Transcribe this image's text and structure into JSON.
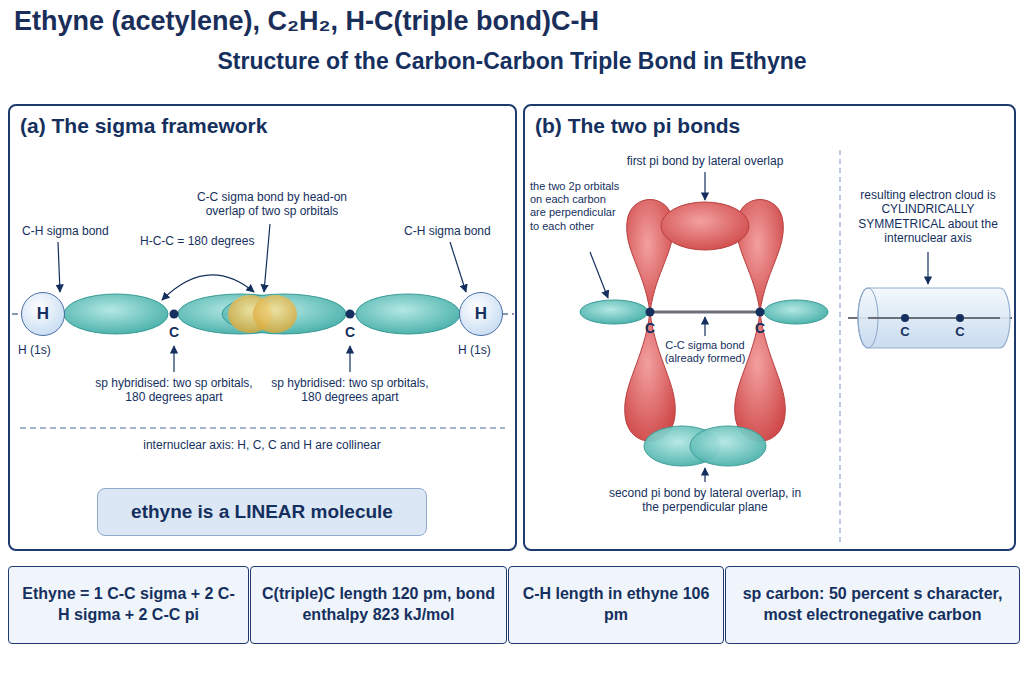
{
  "diagram": {
    "title": "Ethyne (acetylene), C₂H₂, H-C(triple bond)C-H",
    "nodes": [
      {
        "text": [
          "(a) The sigma framework"
        ]
      },
      {
        "text": [
          "H"
        ],
        "in": 0
      },
      {
        "text": [
          "H"
        ],
        "in": 0
      },
      {
        "text": [
          "ethyne is a LINEAR molecule"
        ],
        "in": 0
      },
      {
        "text": [
          "(b) The two pi bonds"
        ]
      },
      {
        "text": [
          "Ethyne = 1 C-C sigma + 2 C-H sigma + 2 C-C pi"
        ]
      },
      {
        "text": [
          "C(triple)C length 120 pm, bond enthalpy 823 kJ/mol"
        ]
      },
      {
        "text": [
          "C-H length in ethyne 106 pm"
        ]
      },
      {
        "text": [
          "sp carbon: 50 percent s character, most electronegative carbon"
        ]
      }
    ],
    "labels": [
      "Structure of the Carbon-Carbon Triple Bond in Ethyne",
      "C-H sigma bond",
      "C-C sigma bond by head-on overlap of two sp orbitals",
      "C-H sigma bond",
      "H-C-C = 180 degrees",
      "C",
      "C",
      "H (1s)",
      "H (1s)",
      "sp hybridised: two sp orbitals, 180 degrees apart",
      "sp hybridised: two sp orbitals, 180 degrees apart",
      "internuclear axis: H, C, C and H are collinear",
      "first pi bond by lateral overlap",
      "the two 2p orbitals on each carbon are perpendicular to each other",
      "resulting electron cloud is CYLINDRICALLY SYMMETRICAL about the internuclear axis",
      "C",
      "C",
      "C",
      "C",
      "C-C sigma bond (already formed)",
      "second pi bond by lateral overlap, in the perpendicular plane"
    ]
  }
}
